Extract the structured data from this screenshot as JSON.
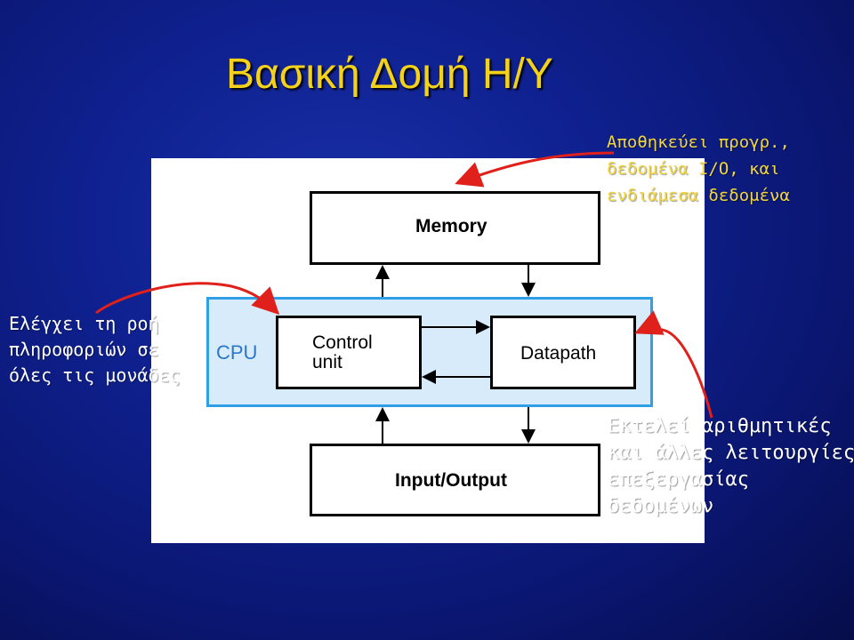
{
  "slide": {
    "title": "Βασική Δομή Η/Υ"
  },
  "diagram": {
    "memory_label": "Memory",
    "io_label": "Input/Output",
    "control_label": "Control unit",
    "datapath_label": "Datapath",
    "cpu_label": "CPU"
  },
  "annotations": {
    "memory_note": [
      "Αποθηκεύει προγρ.,",
      "δεδομένα I/O, και",
      "ενδιάμεσα δεδομένα"
    ],
    "control_note": [
      "Ελέγχει τη ροή",
      "πληροφοριών σε",
      "όλες τις μονάδες"
    ],
    "datapath_note": [
      "Εκτελεί αριθμητικές",
      "και άλλες λειτουργίες",
      "επεξεργασίας",
      "δεδομένων"
    ]
  },
  "colors": {
    "title": "#f5d21a",
    "memory_note": "#f2d640",
    "other_notes": "#ffffff",
    "cpu_border": "#2f9fe6",
    "cpu_fill": "#d7ebfb",
    "arrows": "#e0201b"
  }
}
